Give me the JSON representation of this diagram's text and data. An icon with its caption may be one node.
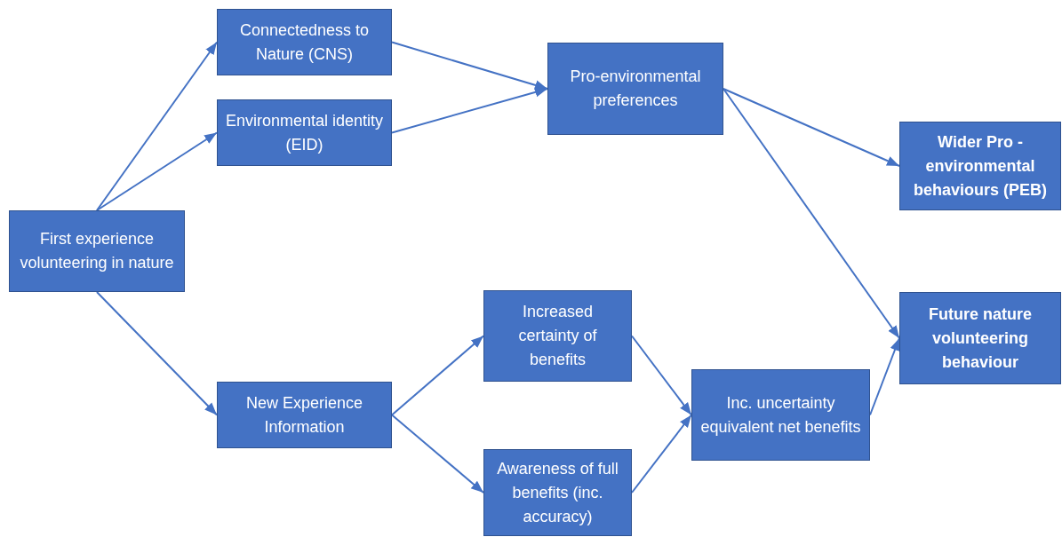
{
  "diagram": {
    "nodes": [
      {
        "text": [
          "First experience volunteering in nature"
        ]
      },
      {
        "text": [
          "Connectedness to Nature (CNS)"
        ]
      },
      {
        "text": [
          "Environmental identity (EID)"
        ]
      },
      {
        "text": [
          "Pro-environmental preferences"
        ]
      },
      {
        "text": [
          "Wider Pro - environmental behaviours (PEB)"
        ]
      },
      {
        "text": [
          "New Experience Information"
        ]
      },
      {
        "text": [
          "Increased certainty of benefits"
        ]
      },
      {
        "text": [
          "Awareness of full benefits (inc. accuracy)"
        ]
      },
      {
        "text": [
          "Inc. uncertainty equivalent net benefits"
        ]
      },
      {
        "text": [
          "Future nature volunteering behaviour"
        ]
      }
    ],
    "edges": [
      {
        "from": 0,
        "to": 1,
        "arrow": "to"
      },
      {
        "from": 0,
        "to": 2,
        "arrow": "to"
      },
      {
        "from": 0,
        "to": 5,
        "arrow": "to"
      },
      {
        "from": 1,
        "to": 3,
        "arrow": "to"
      },
      {
        "from": 2,
        "to": 3,
        "arrow": "to"
      },
      {
        "from": 3,
        "to": 4,
        "arrow": "to"
      },
      {
        "from": 3,
        "to": 9,
        "arrow": "to"
      },
      {
        "from": 5,
        "to": 6,
        "arrow": "to"
      },
      {
        "from": 5,
        "to": 7,
        "arrow": "to"
      },
      {
        "from": 6,
        "to": 8,
        "arrow": "to"
      },
      {
        "from": 7,
        "to": 8,
        "arrow": "to"
      },
      {
        "from": 8,
        "to": 9,
        "arrow": "to"
      }
    ]
  }
}
